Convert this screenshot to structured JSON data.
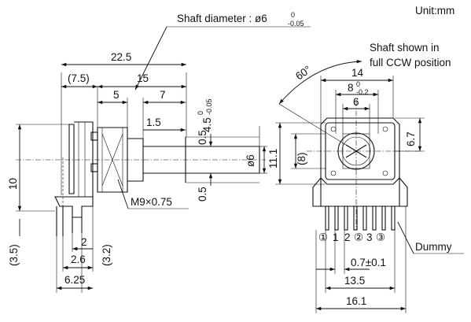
{
  "drawing": {
    "unit_label": "Unit:mm",
    "shaft_diameter_note": "Shaft diameter : ø6",
    "shaft_tol_upper": "0",
    "shaft_tol_lower": "-0.05",
    "view_note_line1": "Shaft shown in",
    "view_note_line2": "full CCW position",
    "thread_label": "M9×0.75",
    "dummy_label": "Dummy",
    "angle_label": "60°",
    "side_view": {
      "overall_length": "22.5",
      "body_offset": "(7.5)",
      "shaft_length": "15",
      "bushing_length": "5",
      "shaft_flat_length": "7",
      "flat_start": "1.5",
      "flat_depth": "4.5",
      "flat_tol_upper": "0",
      "flat_tol_lower": "-0.05",
      "shaft_dia": "ø6",
      "offset_top": "0.5",
      "offset_bottom": "0.5",
      "height": "10",
      "pin_left": "(3.5)",
      "pin_length": "(3.2)",
      "pin_2": "2",
      "pin_26": "2.6",
      "pin_625": "6.25"
    },
    "front_view": {
      "width_14": "14",
      "width_8": "8",
      "width_8_tol_upper": "0",
      "width_8_tol_lower": "-0.2",
      "width_6": "6",
      "height_11_1": "11.1",
      "height_8": "(8)",
      "height_6_7": "6.7",
      "pitch": "0.7±0.1",
      "width_13_5": "13.5",
      "width_16_1": "16.1",
      "terminal_labels": [
        "①",
        "1",
        "2",
        "②",
        "3",
        "③"
      ]
    }
  }
}
